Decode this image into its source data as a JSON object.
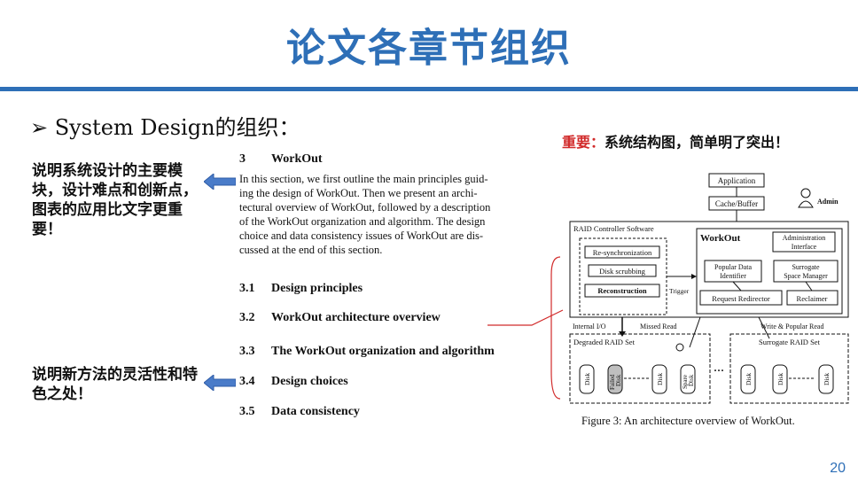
{
  "slide": {
    "title": "论文各章节组织",
    "bullet": "➢ System Design的组织：",
    "important_label": "重要：",
    "important_text": "系统结构图，简单明了突出！",
    "note1": "说明系统设计的主要模块，设计难点和创新点，图表的应用比文字更重要！",
    "note2": "说明新方法的灵活性和特色之处！",
    "page_number": "20"
  },
  "paper": {
    "heading_num": "3",
    "heading": "WorkOut",
    "para_lines": [
      "In this section, we first outline the main principles guid-",
      "ing the design of WorkOut.  Then we present an archi-",
      "tectural overview of WorkOut, followed by a description",
      "of the WorkOut organization and algorithm.  The design",
      "choice and data consistency issues of WorkOut are dis-",
      "cussed at the end of this section."
    ],
    "sections": [
      {
        "num": "3.1",
        "title": "Design principles"
      },
      {
        "num": "3.2",
        "title": "WorkOut architecture overview"
      },
      {
        "num": "3.3",
        "title": "The WorkOut organization and algorithm"
      },
      {
        "num": "3.4",
        "title": "Design choices"
      },
      {
        "num": "3.5",
        "title": "Data consistency"
      }
    ]
  },
  "figure": {
    "caption": "Figure 3: An architecture overview of WorkOut.",
    "application": "Application",
    "cache": "Cache/Buffer",
    "admin": "Admin",
    "raid_sw": "RAID Controller Software",
    "workout": "WorkOut",
    "admin_iface_1": "Administration",
    "admin_iface_2": "Interface",
    "resync": "Re-synchronization",
    "scrub": "Disk scrubbing",
    "recon": "Reconstruction",
    "trigger": "Trigger",
    "popular_1": "Popular Data",
    "popular_2": "Identifier",
    "surrogate_mgr_1": "Surrogate",
    "surrogate_mgr_2": "Space Manager",
    "redirector": "Request Redirector",
    "reclaimer": "Reclaimer",
    "internal_io": "Internal I/O",
    "missed_read": "Missed Read",
    "write_popular": "Write & Popular Read",
    "degraded_set": "Degraded RAID Set",
    "surrogate_set": "Surrogate RAID Set",
    "disk": "Disk",
    "failed_1": "Failed",
    "spare_1": "Spare"
  },
  "colors": {
    "accent": "#2e6fb7",
    "red": "#d12a2a",
    "arrow_fill": "#4a7cc9"
  }
}
